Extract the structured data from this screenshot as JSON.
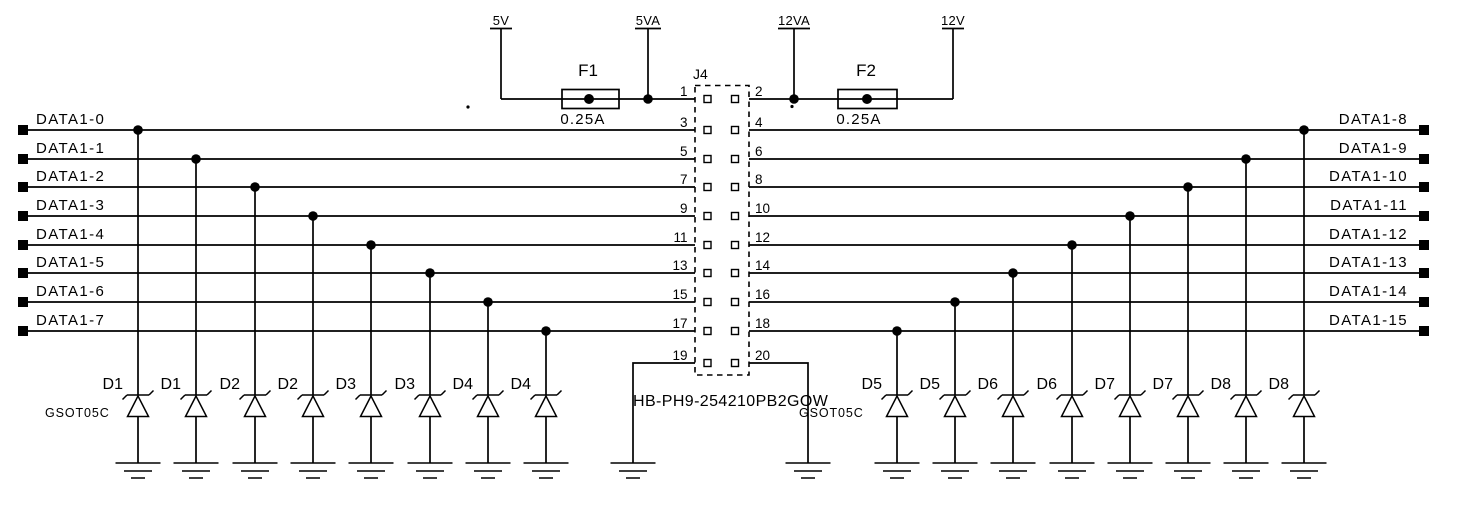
{
  "colors": {
    "wire": "#000000",
    "background": "#ffffff",
    "text": "#000000"
  },
  "power_nets": {
    "v5": "5V",
    "v5a": "5VA",
    "v12a": "12VA",
    "v12": "12V"
  },
  "fuses": {
    "f1": {
      "ref": "F1",
      "value": "0.25A"
    },
    "f2": {
      "ref": "F2",
      "value": "0.25A"
    }
  },
  "connector": {
    "ref": "J4",
    "part_number": "HB-PH9-254210PB2GOW",
    "pins_left": [
      "1",
      "3",
      "5",
      "7",
      "9",
      "11",
      "13",
      "15",
      "17",
      "19"
    ],
    "pins_right": [
      "2",
      "4",
      "6",
      "8",
      "10",
      "12",
      "14",
      "16",
      "18",
      "20"
    ]
  },
  "nets_left": [
    "DATA1-0",
    "DATA1-1",
    "DATA1-2",
    "DATA1-3",
    "DATA1-4",
    "DATA1-5",
    "DATA1-6",
    "DATA1-7"
  ],
  "nets_right": [
    "DATA1-8",
    "DATA1-9",
    "DATA1-10",
    "DATA1-11",
    "DATA1-12",
    "DATA1-13",
    "DATA1-14",
    "DATA1-15"
  ],
  "diodes": {
    "part_left": "GSOT05C",
    "part_right": "GSOT05C",
    "left": [
      "D1",
      "D1",
      "D2",
      "D2",
      "D3",
      "D3",
      "D4",
      "D4"
    ],
    "right": [
      "D5",
      "D5",
      "D6",
      "D6",
      "D7",
      "D7",
      "D8",
      "D8"
    ]
  }
}
